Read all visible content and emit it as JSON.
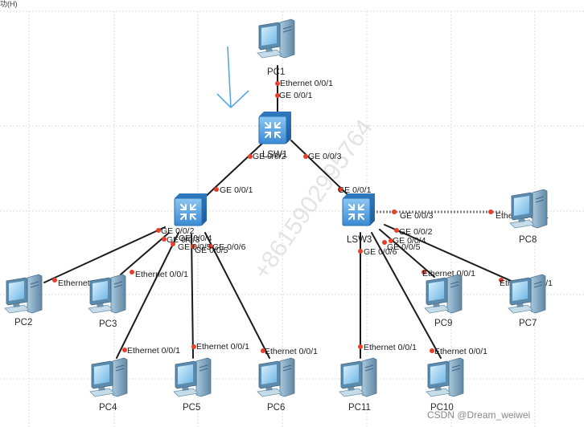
{
  "menu_fragment": "功(H)",
  "devices": {
    "PC1": "PC1",
    "PC2": "PC2",
    "PC3": "PC3",
    "PC4": "PC4",
    "PC5": "PC5",
    "PC6": "PC6",
    "PC7": "PC7",
    "PC8": "PC8",
    "PC9": "PC9",
    "PC10": "PC10",
    "PC11": "PC11",
    "LSW1": "LSW1",
    "LSW2": "",
    "LSW3": "LSW3"
  },
  "ports": {
    "pc_eth": "Ethernet 0/0/1",
    "ge1": "GE 0/0/1",
    "ge2": "GE 0/0/2",
    "ge3": "GE 0/0/3",
    "ge4": "GE 0/0/4",
    "ge5": "GE 0/0/5",
    "ge6": "GE 0/0/6"
  },
  "watermark": "+8615902995764",
  "credit": "CSDN @Dream_weiwei",
  "colors": {
    "link": "#1c1c1c",
    "port_dot": "#e8402a",
    "switch_body": "#3d8fd6",
    "pc_screen": "#7ec3ec",
    "arrow": "#5aa7e0",
    "grid": "#d8d8d8"
  }
}
